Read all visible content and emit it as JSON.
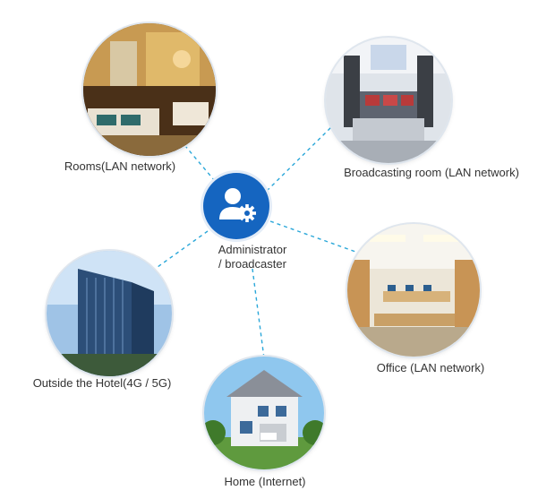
{
  "hub": {
    "line1": "Administrator",
    "line2": "/ broadcaster",
    "icon": "admin-gear-icon"
  },
  "nodes": {
    "rooms": {
      "label": "Rooms(LAN network)"
    },
    "broadcasting": {
      "label": "Broadcasting room (LAN network)"
    },
    "office": {
      "label": "Office (LAN network)"
    },
    "outside": {
      "label": "Outside the Hotel(4G / 5G)"
    },
    "home": {
      "label": "Home (Internet)"
    }
  },
  "colors": {
    "hub": "#1565c0",
    "link": "#2aa7d9"
  }
}
